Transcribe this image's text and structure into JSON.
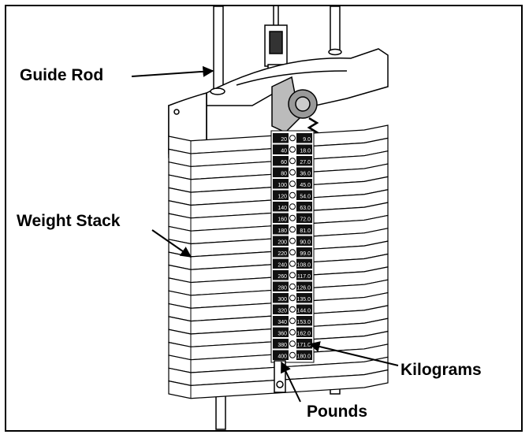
{
  "callouts": {
    "guide_rod": "Guide Rod",
    "weight_stack": "Weight Stack",
    "kilograms": "Kilograms",
    "pounds": "Pounds"
  },
  "stack": {
    "pounds": [
      "20",
      "40",
      "60",
      "80",
      "100",
      "120",
      "140",
      "160",
      "180",
      "200",
      "220",
      "240",
      "260",
      "280",
      "300",
      "320",
      "340",
      "360",
      "380",
      "400"
    ],
    "kilograms": [
      "9.0",
      "18.0",
      "27.0",
      "36.0",
      "45.0",
      "54.0",
      "63.0",
      "72.0",
      "81.0",
      "90.0",
      "99.0",
      "108.0",
      "117.0",
      "126.0",
      "135.0",
      "144.0",
      "153.0",
      "162.0",
      "171.0",
      "180.0"
    ]
  },
  "icons": {
    "pin": "selector-pin-icon",
    "spring": "spring-icon"
  }
}
